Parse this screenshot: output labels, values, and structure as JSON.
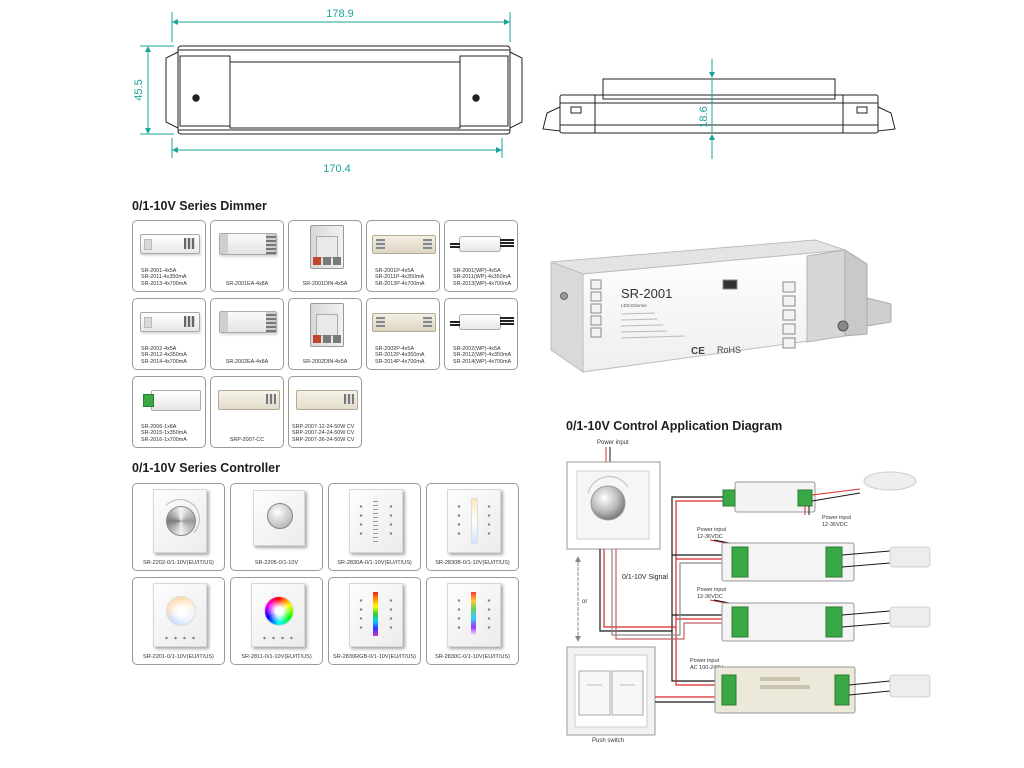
{
  "dimensions": {
    "length_outer": "178.9",
    "height": "45.5",
    "length_mounting": "170.4",
    "depth": "18.6"
  },
  "dimmer_section": {
    "title": "0/1-10V Series Dimmer",
    "products": [
      {
        "lines": [
          "SR-2001-4x5A",
          "SR-2011-4x350mA",
          "SR-2013-4x700mA"
        ]
      },
      {
        "lines": [
          "SR-2001EA-4x8A"
        ]
      },
      {
        "lines": [
          "SR-2001DIN-4x5A"
        ]
      },
      {
        "lines": [
          "SR-2001P-4x5A",
          "SR-2011P-4x350mA",
          "SR-2013P-4x700mA"
        ]
      },
      {
        "lines": [
          "SR-2001(WP)-4x5A",
          "SR-2011(WP)-4x350mA",
          "SR-2013(WP)-4x700mA"
        ]
      },
      {
        "lines": [
          "SR-2002-4x5A",
          "SR-2012-4x350mA",
          "SR-2014-4x700mA"
        ]
      },
      {
        "lines": [
          "SR-2002EA-4x8A"
        ]
      },
      {
        "lines": [
          "SR-2002DIN-4x5A"
        ]
      },
      {
        "lines": [
          "SR-2002P-4x5A",
          "SR-2012P-4x350mA",
          "SR-2014P-4x700mA"
        ]
      },
      {
        "lines": [
          "SR-2002(WP)-4x5A",
          "SR-2012(WP)-4x350mA",
          "SR-2014(WP)-4x700mA"
        ]
      },
      {
        "lines": [
          "SR-2006-1x8A",
          "SR-2015-1x350mA",
          "SR-2016-1x700mA"
        ]
      },
      {
        "lines": [
          "SRP-2007-CC"
        ]
      },
      {
        "lines": [
          "SRP-2007-12-24-50W CV",
          "SRP-2007-24-24-50W CV",
          "SRP-2007-36-24-50W CV"
        ]
      }
    ]
  },
  "controller_section": {
    "title": "0/1-10V Series Controller",
    "products": [
      {
        "label": "SR-2202-0/1-10V(EU/IT/US)"
      },
      {
        "label": "SR-2205-0/1-10V"
      },
      {
        "label": "SR-2830A-0/1-10V(EU/IT/US)"
      },
      {
        "label": "SR-2830B-0/1-10V(EU/IT/US)"
      },
      {
        "label": "SR-2201-0/1-10V(EU/IT/US)"
      },
      {
        "label": "SR-2811-0/1-10V(EU/IT/US)"
      },
      {
        "label": "SR-2830RGB-0/1-10V(EU/IT/US)"
      },
      {
        "label": "SR-2830C-0/1-10V(EU/IT/US)"
      }
    ]
  },
  "product_photo": {
    "model": "SR-2001",
    "subtitle": "LED-Dimmer",
    "ce_mark": "CE",
    "rohs_mark": "RoHS"
  },
  "diagram": {
    "title": "0/1-10V Control Application Diagram",
    "power_input_top": "Power input",
    "signal_label": "0/1-10V Signal",
    "or_label": "or",
    "push_switch_label": "Push switch",
    "power_inputs": [
      {
        "line1": "Power input",
        "line2": "12-36VDC"
      },
      {
        "line1": "Power input",
        "line2": "12-36VDC"
      },
      {
        "line1": "Power input",
        "line2": "12-36VDC"
      },
      {
        "line1": "Power input",
        "line2": "AC 100-240V"
      }
    ]
  },
  "colors": {
    "dimension": "#1ba39c",
    "wire_positive": "#d62b2b",
    "wire_negative": "#1a1a1a",
    "terminal_green": "#3aa845"
  }
}
